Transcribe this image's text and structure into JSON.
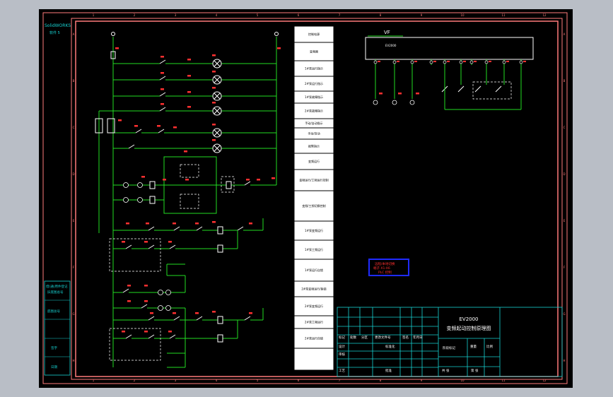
{
  "drawing": {
    "logo_line1": "SolidWORKS",
    "logo_line2": "软件 5"
  },
  "title_block": {
    "project_name": "EV2000",
    "drawing_name": "变频起动控制原理图",
    "row1": [
      "标记",
      "处数",
      "分区",
      "更改文件号",
      "签名",
      "年月日"
    ],
    "designer": "设计",
    "standardize": "标准化",
    "check": "审核",
    "craft": "工艺",
    "approve": "批准",
    "stage_mark": "阶段标记",
    "weight": "重量",
    "scale": "比例",
    "sheet_total": "共 张",
    "sheet_no": "第 张"
  },
  "left_strip": [
    "借(通)用件登记",
    "旧底图总号",
    "底图总号",
    "签字",
    "日期"
  ],
  "col_numbers": [
    "1",
    "2",
    "3",
    "4",
    "5",
    "6",
    "7",
    "8",
    "9",
    "10",
    "11",
    "12"
  ],
  "row_letters": [
    "A",
    "B",
    "C",
    "D",
    "E",
    "F",
    "G",
    "H"
  ],
  "function_column": [
    "控制电源",
    "变频器",
    "1#泵运行指示",
    "2#泵运行指示",
    "1#泵故障指示",
    "2#泵故障指示",
    "手动/自动指示",
    "手动/自动",
    "报警指示",
    "变频运行",
    "变频运行/工频运行控制",
    "变频/工频切换控制",
    "1#泵变频运行",
    "1#泵工频运行",
    "1#泵运行自锁",
    "2#泵变频运行/联锁",
    "2#泵变频运行",
    "2#泵工频运行",
    "2#泵运行自锁"
  ],
  "vfd": {
    "label": "EV2000",
    "symbol": "VF"
  },
  "note_box": {
    "line1": "远程/本地切换",
    "line2": "端子 X1-X6",
    "line3": "PLC 控制"
  },
  "colors": {
    "background": "#000000",
    "frame": "#ff7b7b",
    "wire": "#22dd22",
    "text": "#ffffff",
    "table": "#17d2d2",
    "label": "#ff3030",
    "note": "#1f2bff"
  }
}
